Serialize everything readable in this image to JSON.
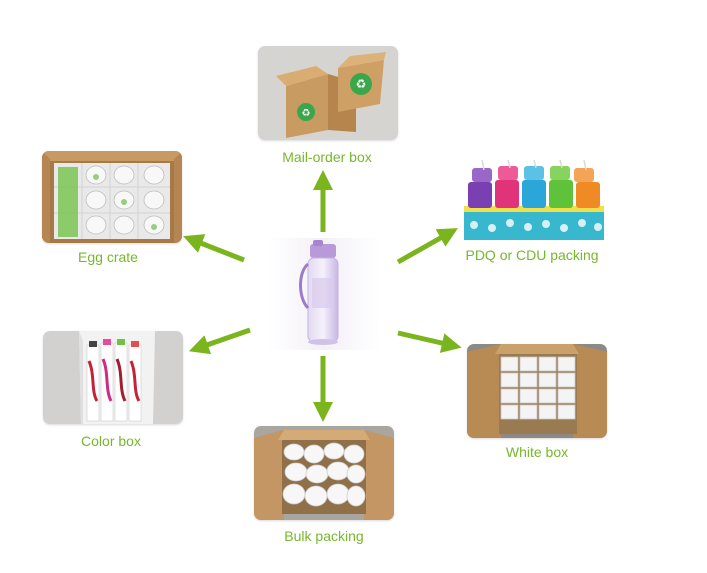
{
  "colors": {
    "accent": "#7ab51d",
    "label": "#76b82a",
    "cardboard": "#c89b62",
    "cardboard_dark": "#a87a43",
    "bottle_lilac": "#c9b6e4"
  },
  "center": {
    "icon": "water-bottle-icon"
  },
  "packaging_options": [
    {
      "id": "mail-order",
      "label": "Mail-order box",
      "icon": "recycle-box-icon"
    },
    {
      "id": "pdq",
      "label": "PDQ or CDU packing",
      "icon": "display-tray-icon"
    },
    {
      "id": "white-box",
      "label": "White box",
      "icon": "white-boxes-icon"
    },
    {
      "id": "bulk",
      "label": "Bulk packing",
      "icon": "bulk-carton-icon"
    },
    {
      "id": "color-box",
      "label": "Color box",
      "icon": "color-box-icon"
    },
    {
      "id": "egg-crate",
      "label": "Egg crate",
      "icon": "egg-crate-icon"
    }
  ]
}
